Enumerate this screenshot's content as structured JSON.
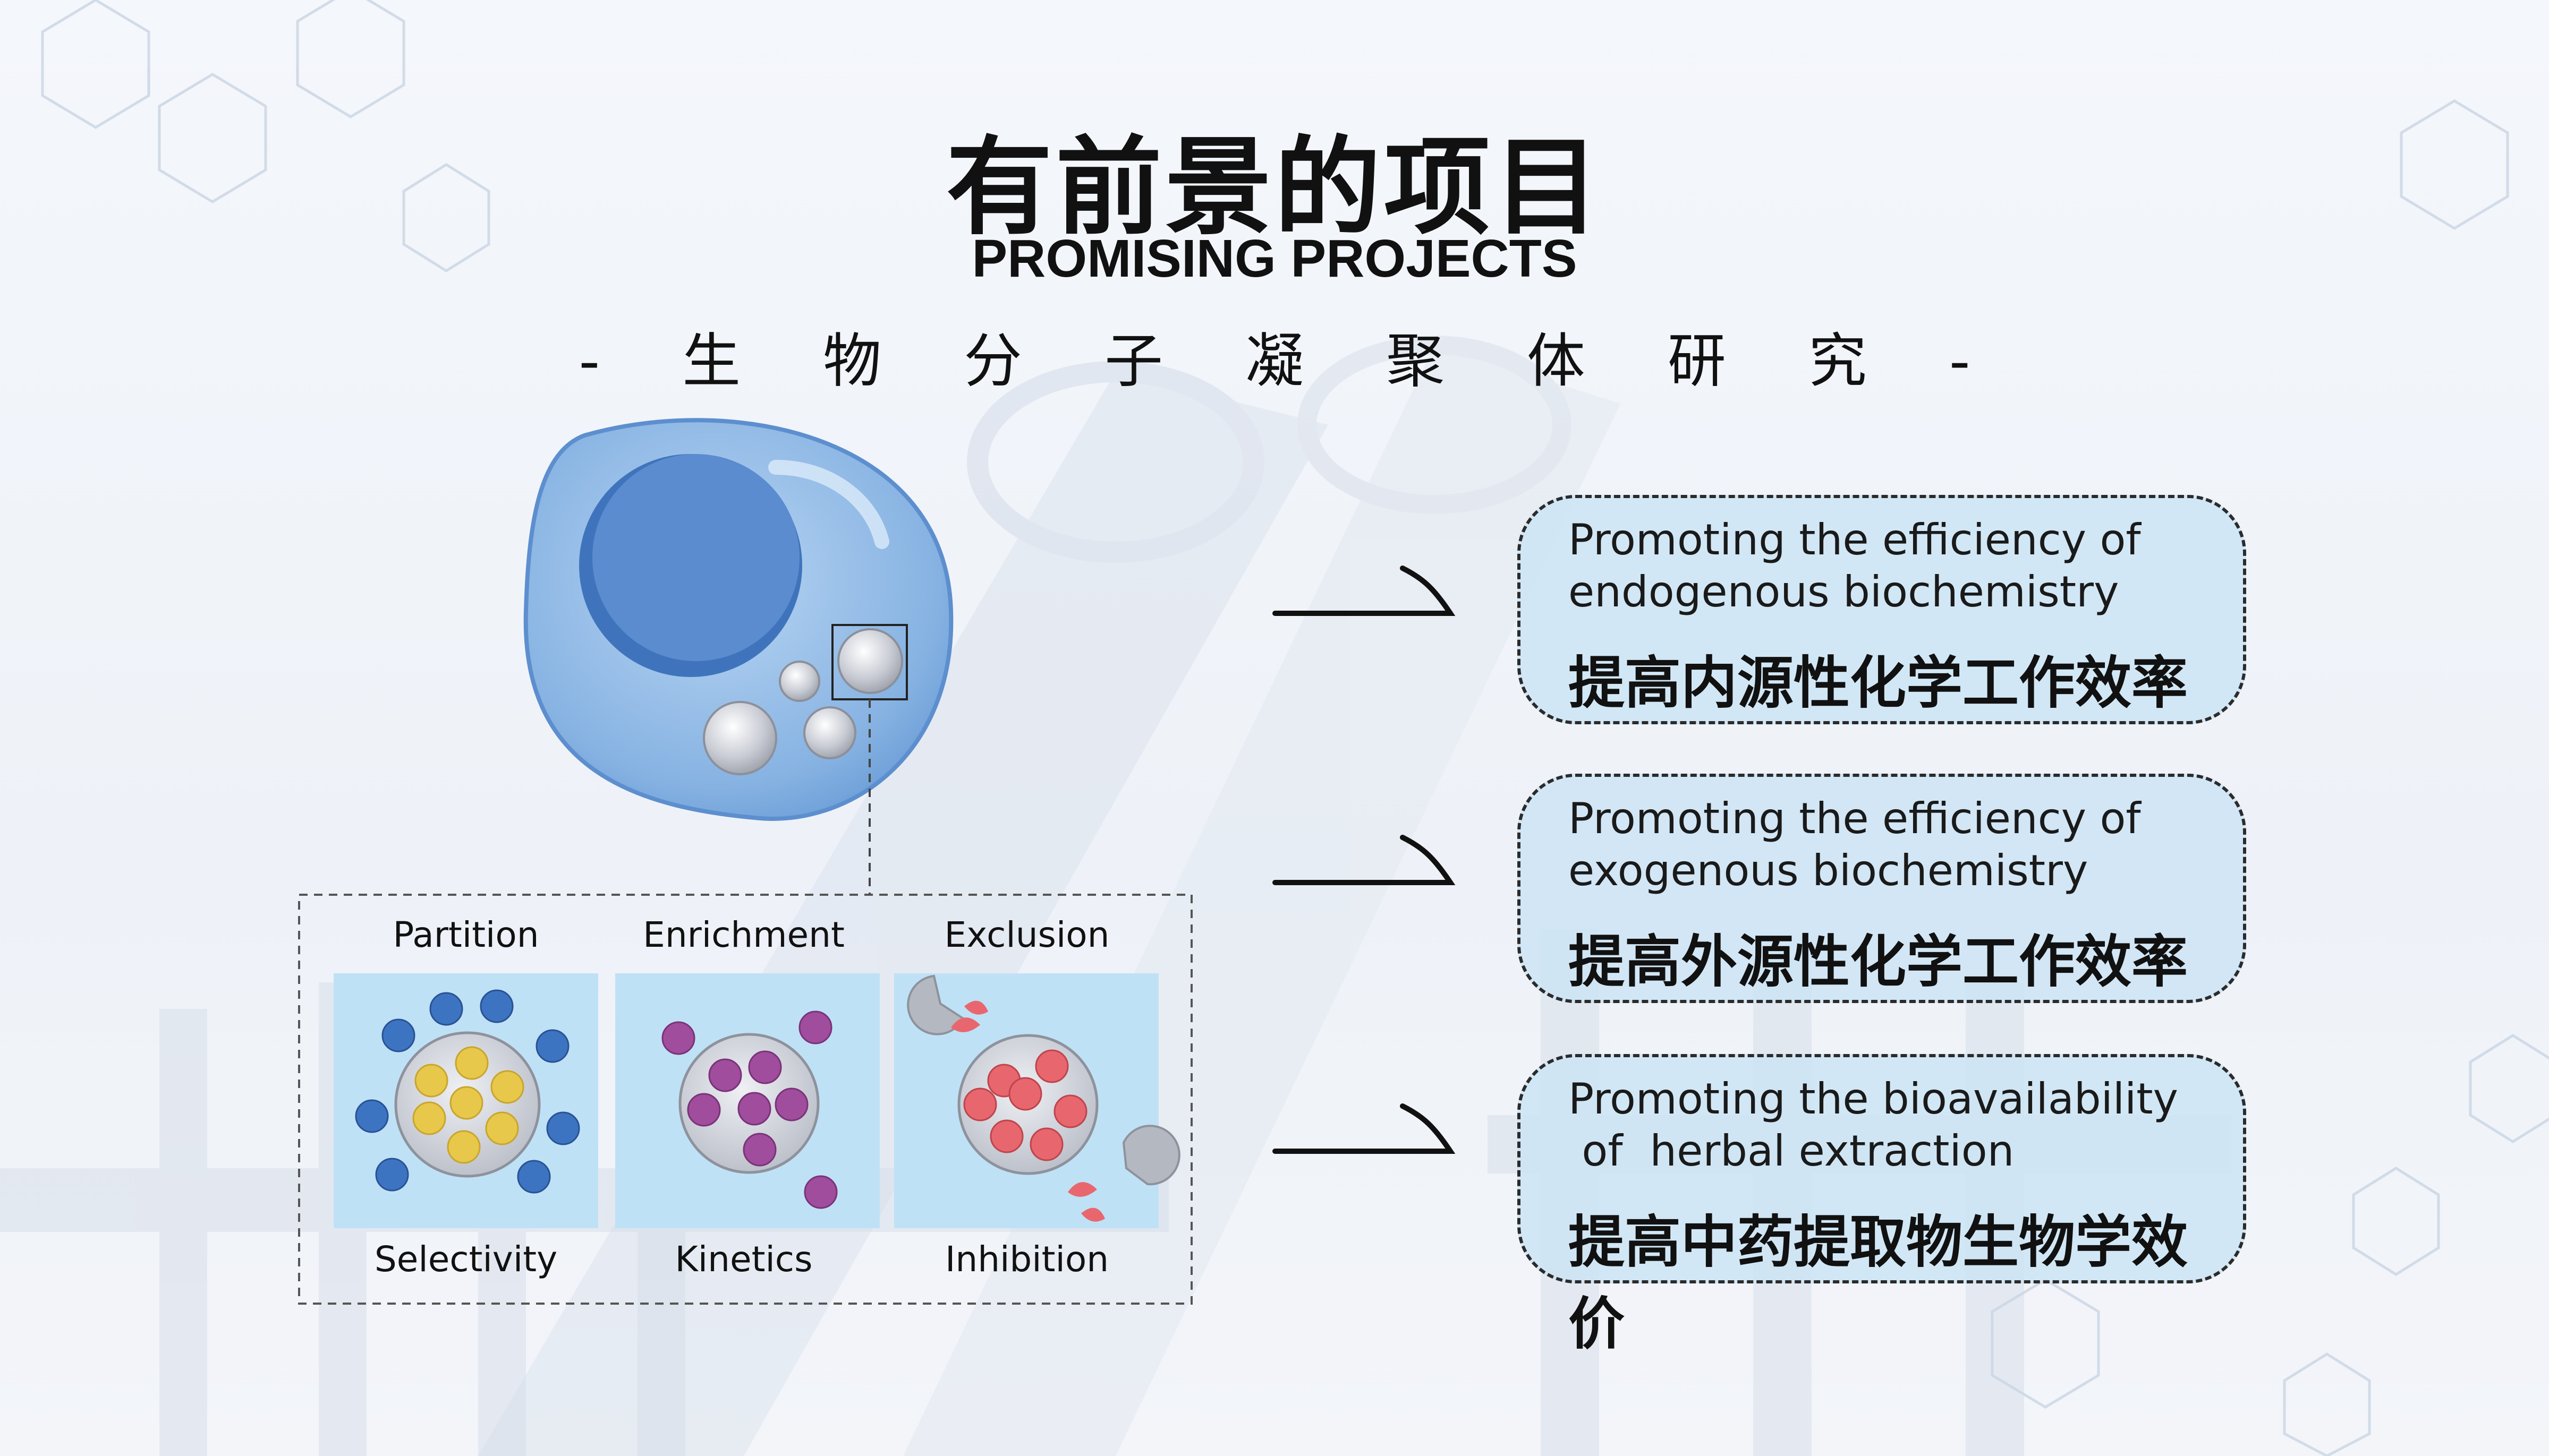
{
  "header": {
    "title_cn": "有前景的项目",
    "title_en": "PROMISING PROJECTS",
    "subtitle": "- 生 物 分 子 凝 聚 体 研 究 -"
  },
  "diagram": {
    "panels": [
      {
        "top_label": "Partition",
        "bottom_label": "Selectivity"
      },
      {
        "top_label": "Enrichment",
        "bottom_label": "Kinetics"
      },
      {
        "top_label": "Exclusion",
        "bottom_label": "Inhibition"
      }
    ]
  },
  "cards": [
    {
      "en_line1": "Promoting the efficiency of",
      "en_line2": "endogenous biochemistry",
      "cn": "提高内源性化学工作效率"
    },
    {
      "en_line1": "Promoting the efficiency of",
      "en_line2": "exogenous biochemistry",
      "cn": "提高外源性化学工作效率"
    },
    {
      "en_line1": "Promoting the bioavailability",
      "en_line2": " of  herbal extraction",
      "cn": "提高中药提取物生物学效价"
    }
  ],
  "colors": {
    "cell_body": "#8fb8e6",
    "nucleus": "#4f82c4",
    "panel_bg": "#bfe1f6",
    "blue_dot": "#3d74c2",
    "yellow_dot": "#e8c84a",
    "purple_dot": "#a04d9e",
    "red_dot": "#e8676e"
  }
}
